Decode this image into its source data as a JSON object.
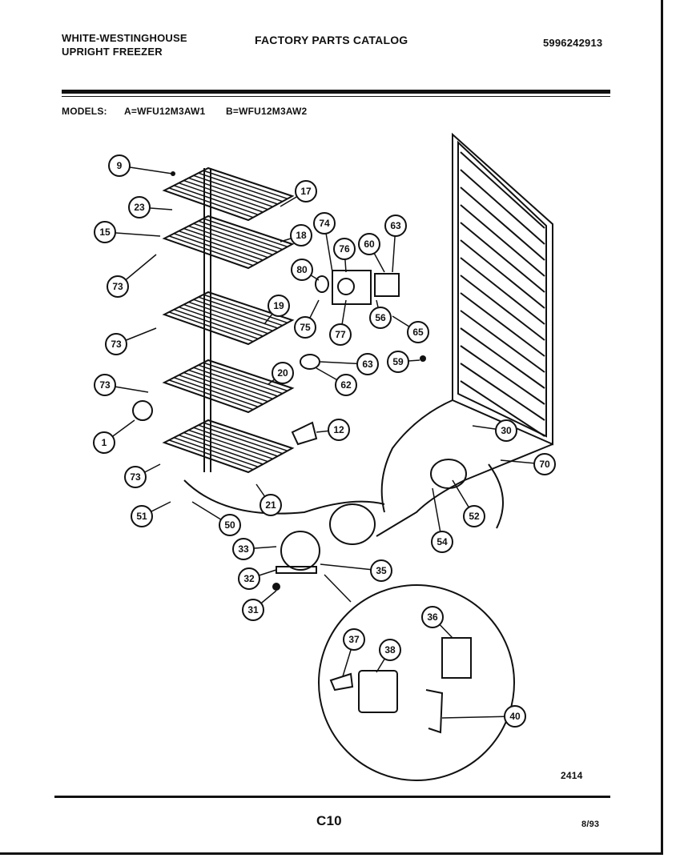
{
  "header": {
    "brand_line1": "WHITE-WESTINGHOUSE",
    "brand_line2": "UPRIGHT FREEZER",
    "catalog_title": "FACTORY PARTS CATALOG",
    "part_number": "5996242913"
  },
  "models": {
    "label": "MODELS:",
    "model_a": "A=WFU12M3AW1",
    "model_b": "B=WFU12M3AW2"
  },
  "callouts": [
    "9",
    "23",
    "17",
    "15",
    "18",
    "73",
    "74",
    "63",
    "60",
    "76",
    "80",
    "19",
    "75",
    "77",
    "56",
    "65",
    "63",
    "59",
    "73",
    "20",
    "62",
    "73",
    "1",
    "12",
    "30",
    "70",
    "73",
    "21",
    "52",
    "51",
    "50",
    "54",
    "33",
    "35",
    "32",
    "31",
    "36",
    "37",
    "38",
    "40"
  ],
  "footer": {
    "figure_number": "2414",
    "page_number": "C10",
    "date": "8/93"
  }
}
